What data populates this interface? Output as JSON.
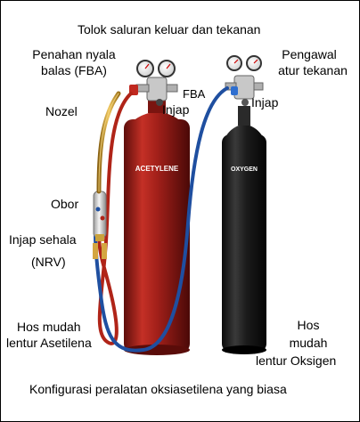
{
  "labels": {
    "outlet_gauge": "Tolok saluran keluar dan tekanan",
    "flashback_line1": "Penahan nyala",
    "flashback_line2": "balas (FBA)",
    "regulator_line1": "Pengawal",
    "regulator_line2": "atur tekanan",
    "fba": "FBA",
    "valve_left": "Injap",
    "valve_right": "Injap",
    "nozzle": "Nozel",
    "torch": "Obor",
    "check_valve_line1": "Injap sehala",
    "check_valve_line2": "(NRV)",
    "hose_acetylene_line1": "Hos mudah",
    "hose_acetylene_line2": "lentur Asetilena",
    "hose_oxygen_line1": "Hos",
    "hose_oxygen_line2": "mudah",
    "hose_oxygen_line3": "lentur Oksigen",
    "caption": "Konfigurasi peralatan oksiasetilena yang biasa"
  },
  "cylinders": {
    "acetylene_label": "ACETYLENE",
    "oxygen_label": "OXYGEN"
  },
  "colors": {
    "acetylene_cylinder": "#b3231d",
    "oxygen_cylinder": "#1c1c1c",
    "acetylene_hose": "#b02418",
    "oxygen_hose": "#1f4fa0",
    "nozzle": "#d9a43a",
    "torch_body": "#e6e6e6"
  }
}
